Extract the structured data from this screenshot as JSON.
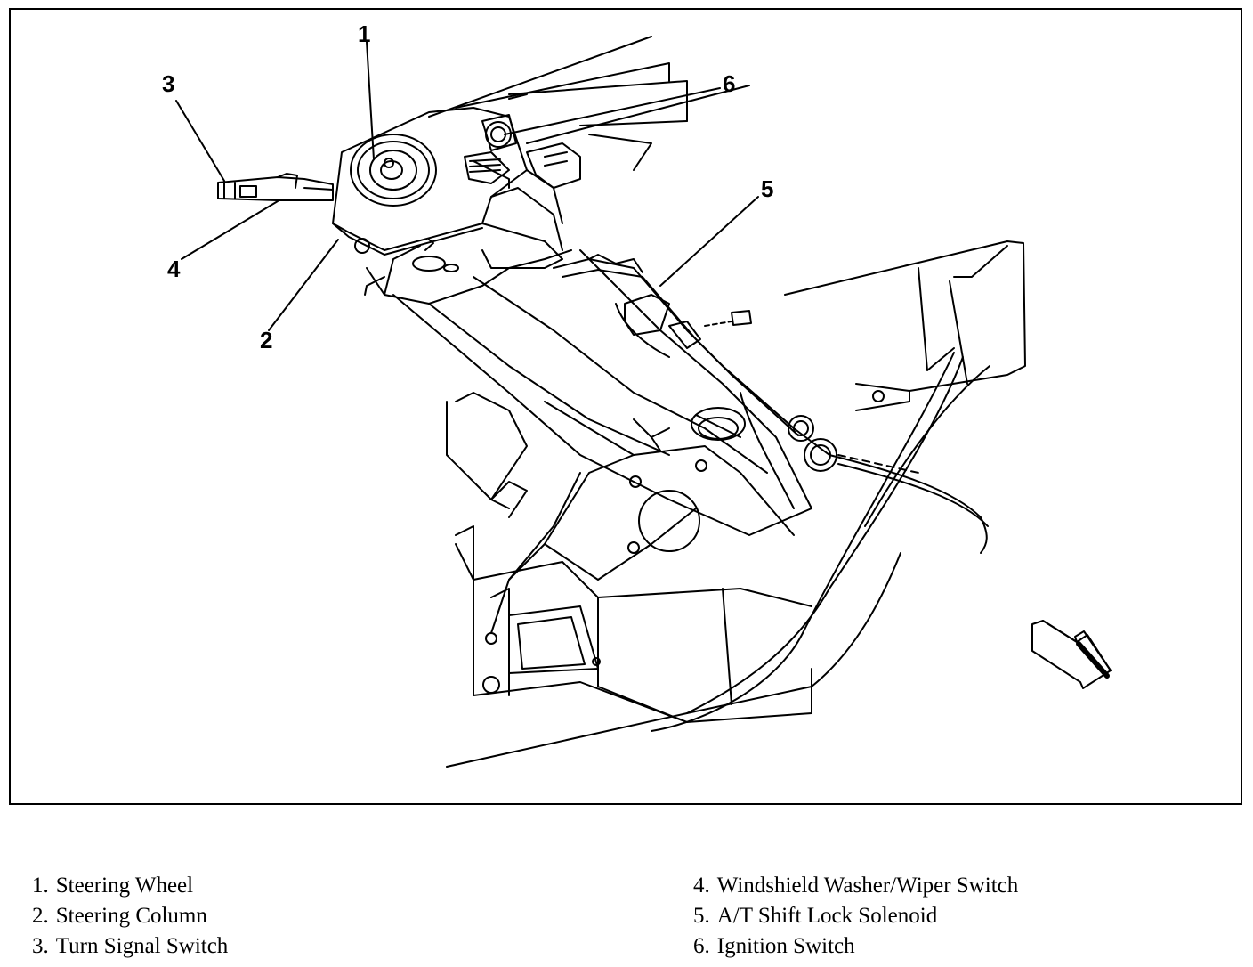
{
  "callouts": [
    "1",
    "2",
    "3",
    "4",
    "5",
    "6"
  ],
  "legend": [
    {
      "number": "1.",
      "label": "Steering Wheel"
    },
    {
      "number": "2.",
      "label": "Steering Column"
    },
    {
      "number": "3.",
      "label": "Turn Signal Switch"
    },
    {
      "number": "4.",
      "label": "Windshield Washer/Wiper Switch"
    },
    {
      "number": "5.",
      "label": "A/T Shift Lock Solenoid"
    },
    {
      "number": "6.",
      "label": "Ignition Switch"
    }
  ],
  "icons": {
    "direction_arrow": "arrow-right-down-icon"
  }
}
